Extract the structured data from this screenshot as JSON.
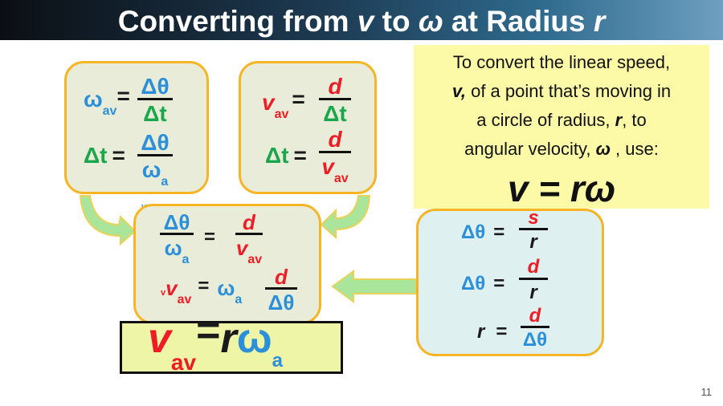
{
  "title": {
    "pre": "Converting from ",
    "v": "v",
    "mid": " to ",
    "omega": "ω",
    "post": " at Radius ",
    "r": "r"
  },
  "box1": {
    "eq1": {
      "lhs": "ω",
      "lhs_sub": "av",
      "equals": "=",
      "num": "Δθ",
      "den": "Δt"
    },
    "eq2": {
      "lhs": "Δt",
      "equals": "=",
      "num": "Δθ",
      "den": "ω",
      "den_sub": "a",
      "den_sub2": "v"
    }
  },
  "box2": {
    "eq1": {
      "lhs": "v",
      "lhs_sub": "av",
      "equals": "=",
      "num": "d",
      "den": "Δt"
    },
    "eq2": {
      "lhs": "Δt",
      "equals": "=",
      "num": "d",
      "den": "v",
      "den_sub": "av"
    }
  },
  "box3": {
    "eq1": {
      "lnum": "Δθ",
      "lden": "ω",
      "lden_sub": "a",
      "equals": "=",
      "rnum": "d",
      "rden": "v",
      "rden_sub": "av"
    },
    "eq2": {
      "prefix": "v",
      "lhs": "v",
      "lhs_sub": "av",
      "equals": "=",
      "mult": "ω",
      "mult_sub": "a",
      "num": "d",
      "den": "Δθ"
    }
  },
  "box4": {
    "eq1": {
      "lhs": "Δθ",
      "equals": "=",
      "num": "s",
      "den": "r"
    },
    "eq2": {
      "lhs": "Δθ",
      "equals": "=",
      "num": "d",
      "den": "r"
    },
    "eq3": {
      "lhs": "r",
      "equals": "=",
      "num": "d",
      "den": "Δθ"
    }
  },
  "note": {
    "l1": "To convert the linear speed,",
    "l2_v": "v,",
    "l2_rest": " of a point that’s moving in",
    "l3_pre": "a circle of radius, ",
    "l3_r": "r",
    "l3_post": ", to",
    "l4_pre": "angular velocity, ",
    "l4_w": "ω",
    "l4_post": " , use:",
    "formula": "v = rω"
  },
  "result": {
    "v": "v",
    "v_sub": "av",
    "equals": "=",
    "r": "r",
    "omega": "ω",
    "omega_sub": "a"
  },
  "page_number": "11",
  "colors": {
    "green": "#1aa64a",
    "blue": "#2b90d9",
    "red": "#ee1c24",
    "border": "#f5b525",
    "arrow": "#a9e59b"
  }
}
